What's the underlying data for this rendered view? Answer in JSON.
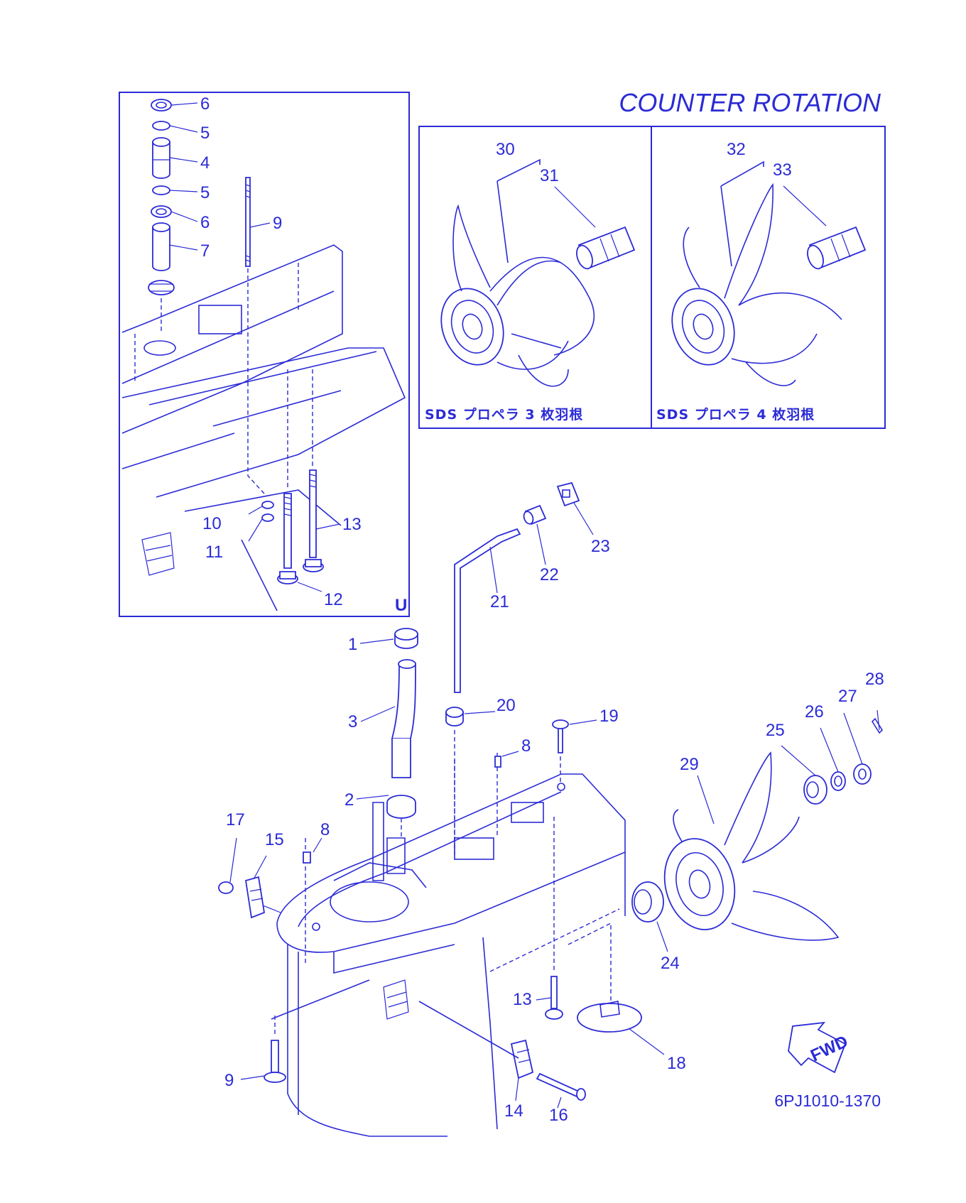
{
  "title": "COUNTER  ROTATION",
  "drawing_code": "6PJ1010-1370",
  "fwd_label": "FWD",
  "inset_code": "U",
  "panels": [
    {
      "caption": "SDS プロペラ 3 枚羽根",
      "part_a": "30",
      "part_b": "31"
    },
    {
      "caption": "SDS プロペラ 4 枚羽根",
      "part_a": "32",
      "part_b": "33"
    }
  ],
  "inset_callouts": [
    "6",
    "5",
    "4",
    "5",
    "6",
    "7",
    "9",
    "10",
    "11",
    "13",
    "12"
  ],
  "main_callouts": [
    "1",
    "3",
    "2",
    "20",
    "21",
    "22",
    "23",
    "19",
    "8",
    "8",
    "17",
    "15",
    "28",
    "27",
    "26",
    "25",
    "29",
    "24",
    "13",
    "18",
    "9",
    "14",
    "16"
  ],
  "colors": {
    "ink": "#2b2bd6",
    "background": "#ffffff"
  }
}
